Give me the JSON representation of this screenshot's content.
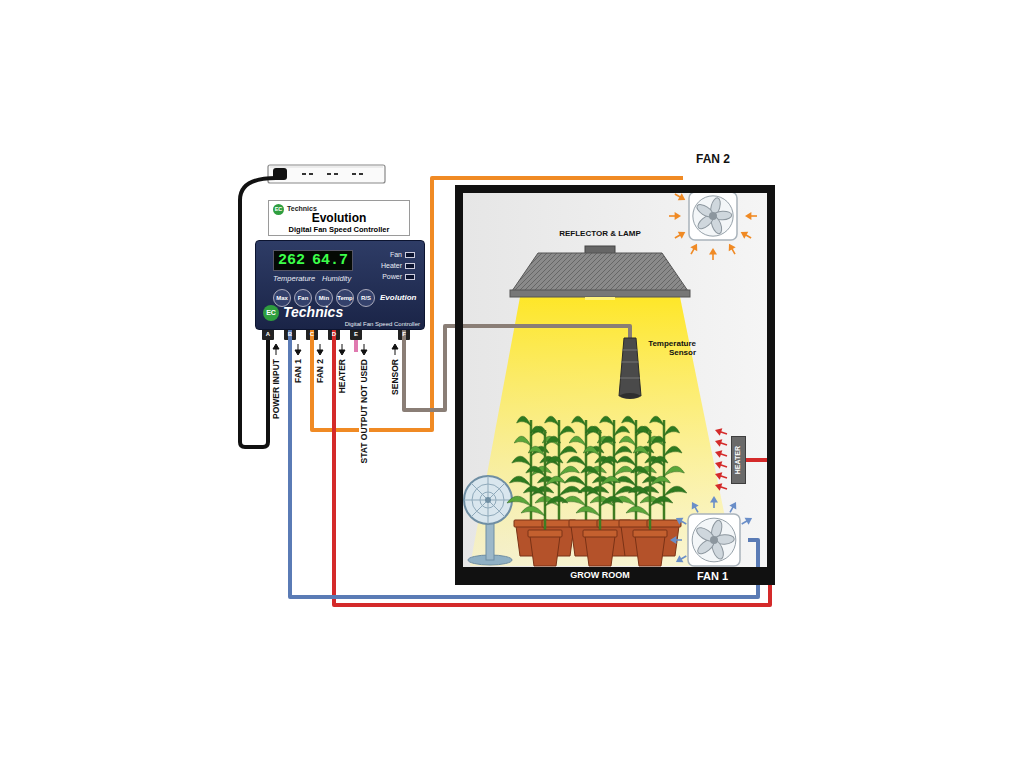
{
  "diagram": {
    "nodes": [
      {
        "text": [
          "EC",
          "Technics",
          "Evolution",
          "Digital Fan Speed Controller"
        ]
      },
      {
        "text": [
          "262",
          "64.7",
          "Temperature",
          "Humidity",
          "Fan",
          "Heater",
          "Power",
          "Max",
          "Fan",
          "Min",
          "Temp",
          "R/S",
          "Evolution",
          "EC",
          "Technics",
          "Digital Fan Speed Controller"
        ]
      },
      {
        "text": [
          "GROW ROOM"
        ]
      },
      {
        "text": [
          "REFLECTOR & LAMP"
        ],
        "in": 2
      },
      {
        "text": [
          "Temperature Sensor"
        ],
        "in": 2
      },
      {
        "text": [
          "HEATER"
        ],
        "in": 2
      },
      {
        "text": [
          "FAN 1"
        ],
        "in": 2
      },
      {
        "text": [
          "FAN 2"
        ],
        "in": 2
      }
    ],
    "edges": [
      {
        "from": 1,
        "to": 7,
        "arrow": "none"
      },
      {
        "from": 4,
        "to": 1,
        "arrow": "none"
      },
      {
        "from": 1,
        "to": 5,
        "arrow": "none"
      },
      {
        "from": 1,
        "to": 6,
        "arrow": "none"
      }
    ],
    "labels": [
      "POWER INPUT",
      "FAN 1",
      "FAN 2",
      "HEATER",
      "STAT OUTPUT NOT USED",
      "SENSOR",
      "A",
      "B",
      "C",
      "D",
      "E",
      "F"
    ]
  }
}
